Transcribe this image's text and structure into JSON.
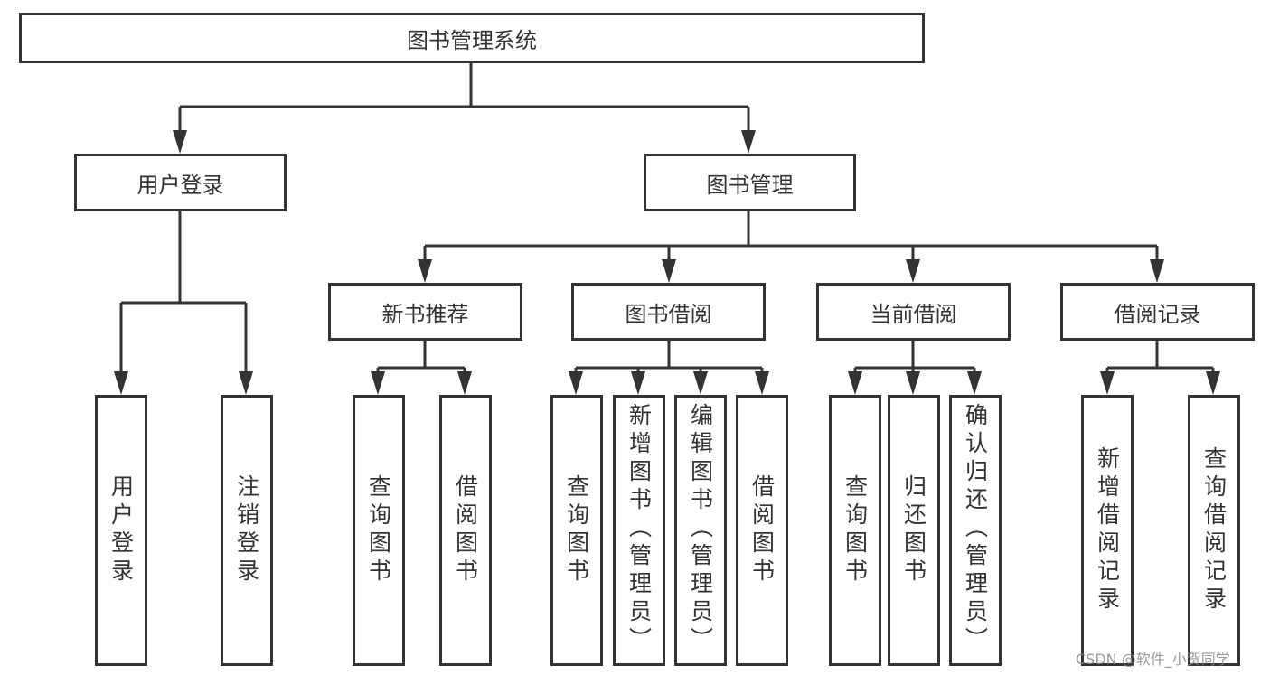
{
  "root": {
    "label": "图书管理系统"
  },
  "user_login": {
    "label": "用户登录",
    "children": [
      "用户登录",
      "注销登录"
    ]
  },
  "book_management": {
    "label": "图书管理",
    "modules": [
      {
        "label": "新书推荐",
        "children": [
          "查询图书",
          "借阅图书"
        ]
      },
      {
        "label": "图书借阅",
        "children": [
          "查询图书",
          "新增图书（管理员）",
          "编辑图书（管理员）",
          "借阅图书"
        ]
      },
      {
        "label": "当前借阅",
        "children": [
          "查询图书",
          "归还图书",
          "确认归还（管理员）"
        ]
      },
      {
        "label": "借阅记录",
        "children": [
          "新增借阅记录",
          "查询借阅记录"
        ]
      }
    ]
  },
  "watermark": "CSDN @软件_小贺同学",
  "colors": {
    "stroke": "#333333",
    "background": "#ffffff"
  }
}
